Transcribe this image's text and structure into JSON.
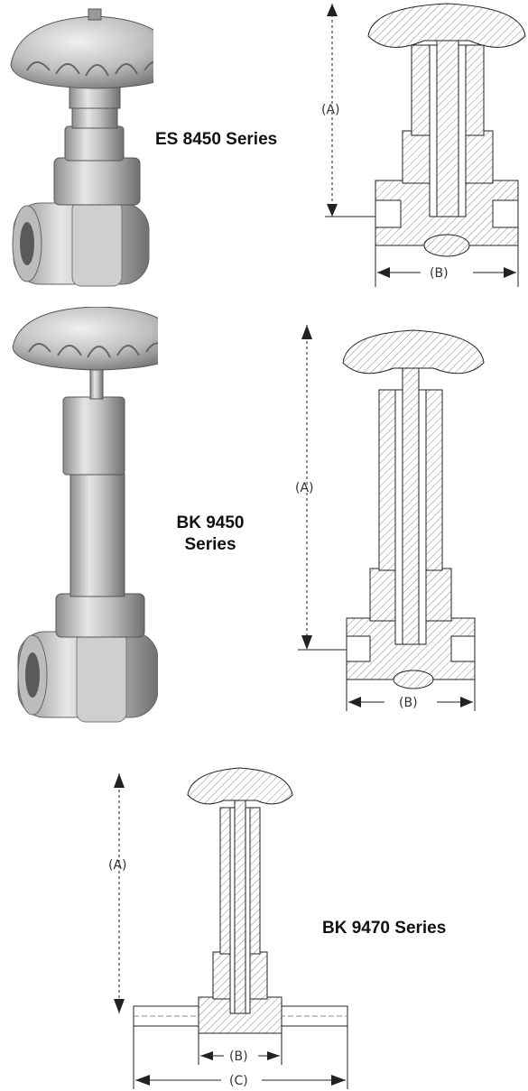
{
  "series": [
    {
      "label": "ES 8450 Series",
      "dimensions": [
        "(A)",
        "(B)"
      ]
    },
    {
      "label": "BK 9450\nSeries",
      "dimensions": [
        "(A)",
        "(B)"
      ]
    },
    {
      "label": "BK 9470 Series",
      "dimensions": [
        "(A)",
        "(B)",
        "(C)"
      ]
    }
  ],
  "colors": {
    "metal_light": "#e2e2e2",
    "metal_mid": "#b5b5b5",
    "metal_dark": "#7a7a7a",
    "line": "#222222",
    "hatch": "#8a8a8a"
  }
}
